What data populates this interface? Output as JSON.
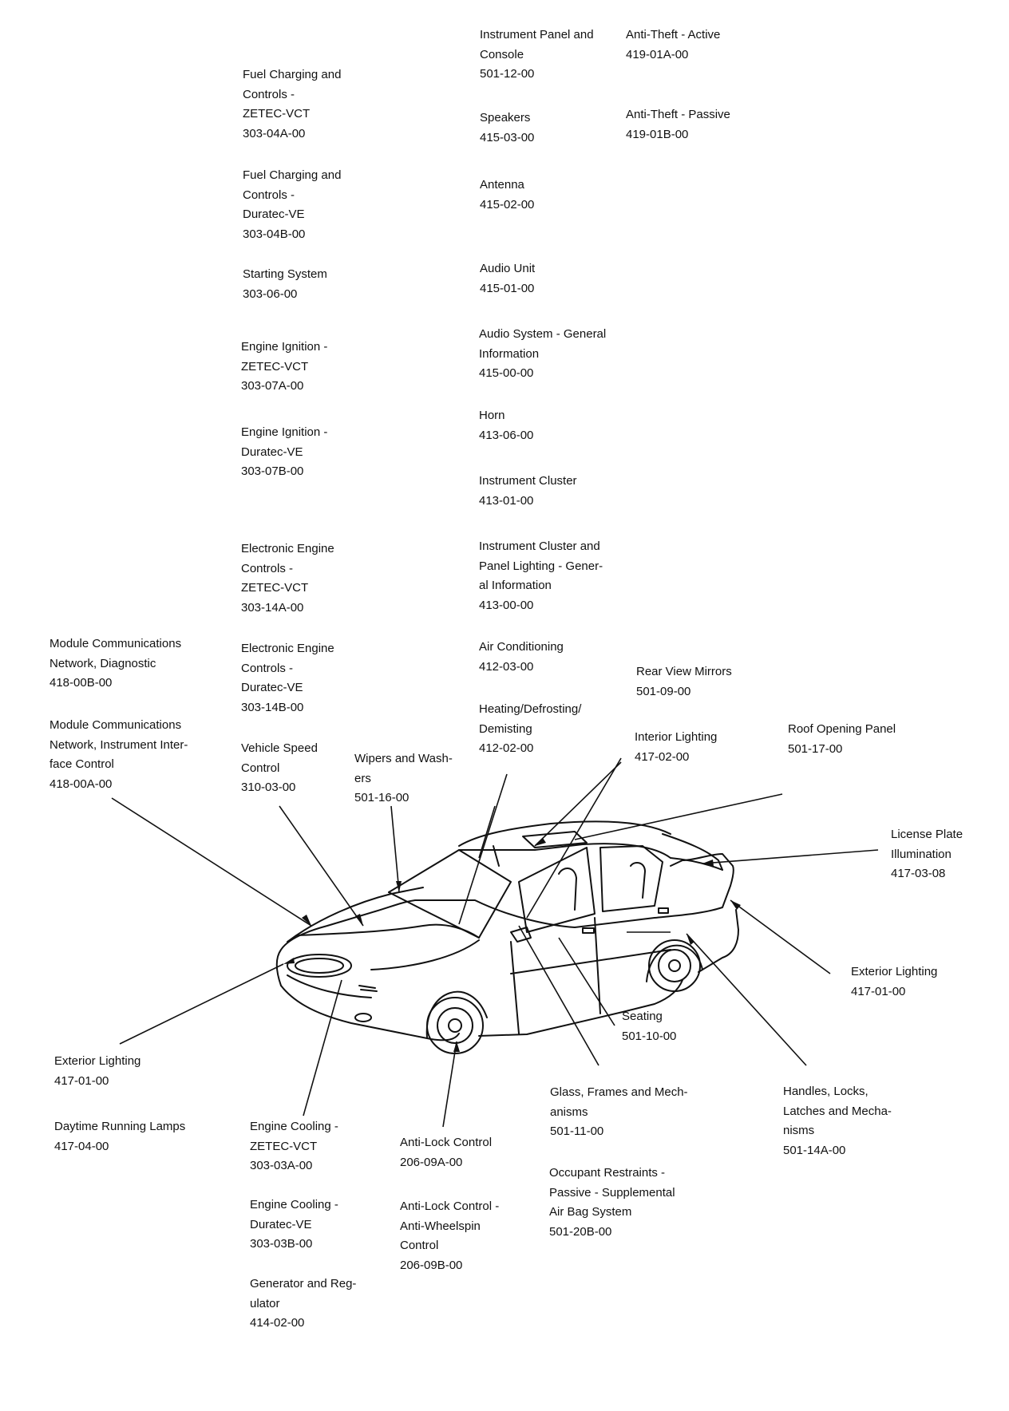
{
  "labels": [
    {
      "id": "instrument-panel-console",
      "lines": [
        "Instrument Panel and",
        "Console",
        "501-12-00"
      ]
    },
    {
      "id": "anti-theft-active",
      "lines": [
        "Anti-Theft - Active",
        "419-01A-00"
      ]
    },
    {
      "id": "fuel-charging-zetec",
      "lines": [
        "Fuel Charging and",
        "Controls -",
        "ZETEC-VCT",
        "303-04A-00"
      ]
    },
    {
      "id": "speakers",
      "lines": [
        "Speakers",
        "415-03-00"
      ]
    },
    {
      "id": "anti-theft-passive",
      "lines": [
        "Anti-Theft - Passive",
        "419-01B-00"
      ]
    },
    {
      "id": "fuel-charging-duratec",
      "lines": [
        "Fuel Charging and",
        "Controls -",
        "Duratec-VE",
        "303-04B-00"
      ]
    },
    {
      "id": "antenna",
      "lines": [
        "Antenna",
        "415-02-00"
      ]
    },
    {
      "id": "starting-system",
      "lines": [
        "Starting System",
        "303-06-00"
      ]
    },
    {
      "id": "audio-unit",
      "lines": [
        "Audio Unit",
        "415-01-00"
      ]
    },
    {
      "id": "engine-ignition-zetec",
      "lines": [
        "Engine Ignition -",
        "ZETEC-VCT",
        "303-07A-00"
      ]
    },
    {
      "id": "audio-system-general",
      "lines": [
        "Audio System - General",
        "Information",
        "415-00-00"
      ]
    },
    {
      "id": "horn",
      "lines": [
        "Horn",
        "413-06-00"
      ]
    },
    {
      "id": "engine-ignition-duratec",
      "lines": [
        "Engine Ignition -",
        "Duratec-VE",
        "303-07B-00"
      ]
    },
    {
      "id": "instrument-cluster",
      "lines": [
        "Instrument Cluster",
        "413-01-00"
      ]
    },
    {
      "id": "electronic-engine-zetec",
      "lines": [
        "Electronic Engine",
        "Controls -",
        "ZETEC-VCT",
        "303-14A-00"
      ]
    },
    {
      "id": "instrument-cluster-lighting",
      "lines": [
        "Instrument Cluster and",
        "Panel Lighting - Gener-",
        "al Information",
        "413-00-00"
      ]
    },
    {
      "id": "module-comm-diagnostic",
      "lines": [
        "Module Communications",
        "Network, Diagnostic",
        "418-00B-00"
      ]
    },
    {
      "id": "electronic-engine-duratec",
      "lines": [
        "Electronic Engine",
        "Controls -",
        "Duratec-VE",
        "303-14B-00"
      ]
    },
    {
      "id": "air-conditioning",
      "lines": [
        "Air Conditioning",
        "412-03-00"
      ]
    },
    {
      "id": "rear-view-mirrors",
      "lines": [
        "Rear View Mirrors",
        "501-09-00"
      ]
    },
    {
      "id": "heating-defrosting",
      "lines": [
        "Heating/Defrosting/",
        "Demisting",
        "412-02-00"
      ]
    },
    {
      "id": "module-comm-instrument",
      "lines": [
        "Module Communications",
        "Network, Instrument Inter-",
        "face Control",
        "418-00A-00"
      ]
    },
    {
      "id": "interior-lighting",
      "lines": [
        "Interior Lighting",
        "417-02-00"
      ]
    },
    {
      "id": "roof-opening-panel",
      "lines": [
        "Roof Opening Panel",
        "501-17-00"
      ]
    },
    {
      "id": "vehicle-speed-control",
      "lines": [
        "Vehicle Speed",
        "Control",
        "310-03-00"
      ]
    },
    {
      "id": "wipers-washers",
      "lines": [
        "Wipers and Wash-",
        "ers",
        "501-16-00"
      ]
    },
    {
      "id": "license-plate-illumination",
      "lines": [
        "License Plate",
        "Illumination",
        "417-03-08"
      ]
    },
    {
      "id": "exterior-lighting-rear",
      "lines": [
        "Exterior Lighting",
        "417-01-00"
      ]
    },
    {
      "id": "seating",
      "lines": [
        "Seating",
        "501-10-00"
      ]
    },
    {
      "id": "exterior-lighting-front",
      "lines": [
        "Exterior Lighting",
        "417-01-00"
      ]
    },
    {
      "id": "glass-frames",
      "lines": [
        "Glass, Frames and Mech-",
        "anisms",
        "501-11-00"
      ]
    },
    {
      "id": "handles-locks",
      "lines": [
        "Handles, Locks,",
        "Latches and Mecha-",
        "nisms",
        "501-14A-00"
      ]
    },
    {
      "id": "daytime-running-lamps",
      "lines": [
        "Daytime Running Lamps",
        "417-04-00"
      ]
    },
    {
      "id": "engine-cooling-zetec",
      "lines": [
        "Engine Cooling -",
        "ZETEC-VCT",
        "303-03A-00"
      ]
    },
    {
      "id": "anti-lock-control",
      "lines": [
        "Anti-Lock Control",
        "206-09A-00"
      ]
    },
    {
      "id": "occupant-restraints",
      "lines": [
        "Occupant Restraints -",
        "Passive - Supplemental",
        "Air Bag System",
        "501-20B-00"
      ]
    },
    {
      "id": "engine-cooling-duratec",
      "lines": [
        "Engine Cooling -",
        "Duratec-VE",
        "303-03B-00"
      ]
    },
    {
      "id": "anti-lock-anti-wheelspin",
      "lines": [
        "Anti-Lock Control -",
        "Anti-Wheelspin",
        "Control",
        "206-09B-00"
      ]
    },
    {
      "id": "generator-regulator",
      "lines": [
        "Generator and Reg-",
        "ulator",
        "414-02-00"
      ]
    }
  ]
}
